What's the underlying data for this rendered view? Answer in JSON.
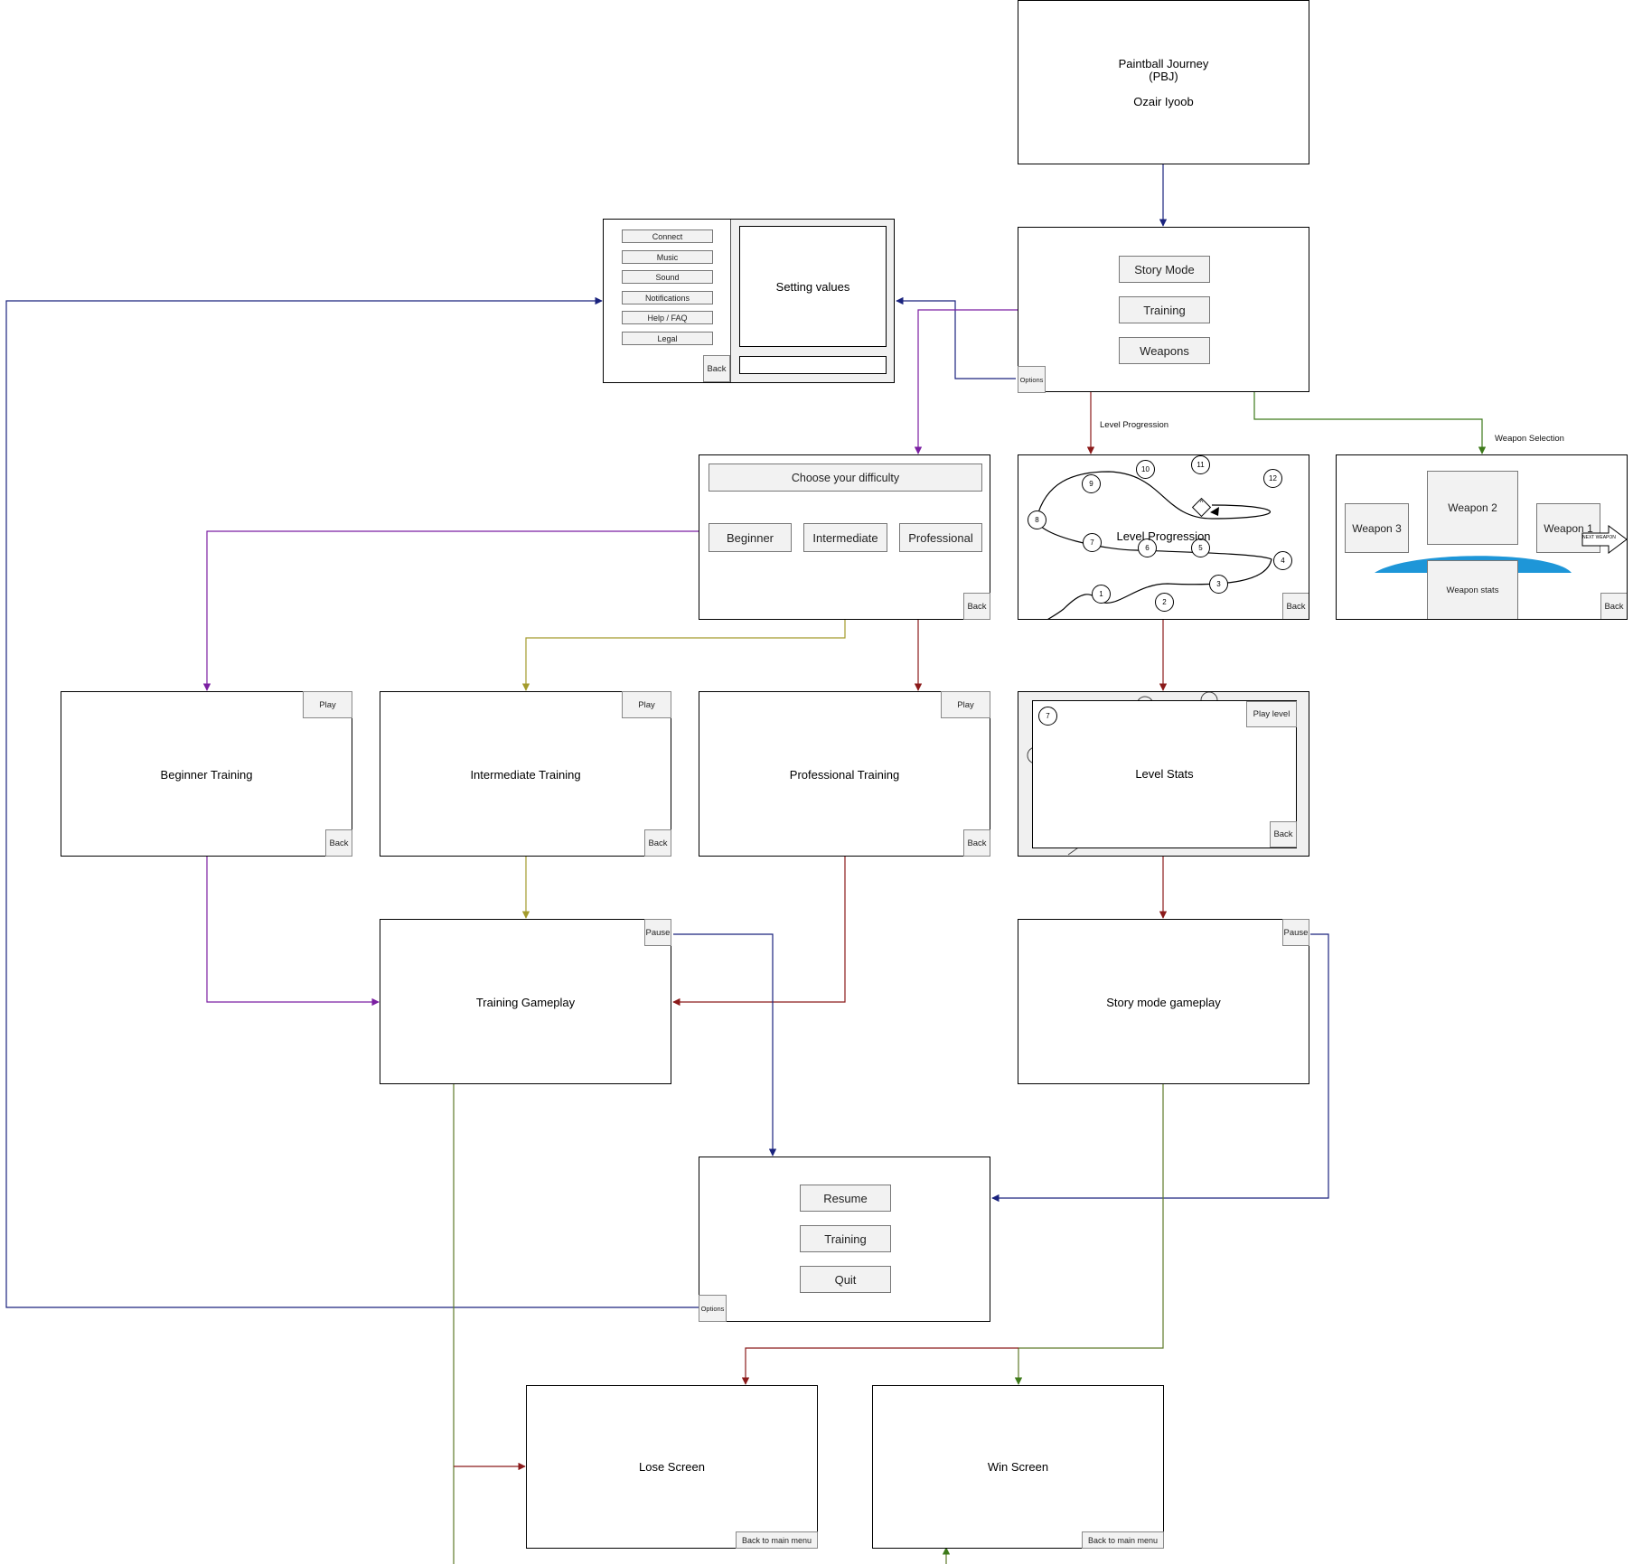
{
  "title_screen": {
    "line1": "Paintball Journey",
    "line2": "(PBJ)",
    "author": "Ozair Iyoob"
  },
  "main_menu": {
    "story": "Story Mode",
    "training": "Training",
    "weapons": "Weapons",
    "options": "Options"
  },
  "settings": {
    "items": [
      "Connect",
      "Music",
      "Sound",
      "Notifications",
      "Help / FAQ",
      "Legal"
    ],
    "values_label": "Setting values",
    "back": "Back"
  },
  "labels": {
    "level_progression": "Level Progression",
    "weapon_selection": "Weapon Selection"
  },
  "difficulty": {
    "title": "Choose your difficulty",
    "beginner": "Beginner",
    "intermediate": "Intermediate",
    "professional": "Professional",
    "back": "Back"
  },
  "level_map": {
    "title": "Level Progression",
    "nodes": [
      "1",
      "2",
      "3",
      "4",
      "5",
      "6",
      "7",
      "8",
      "9",
      "10",
      "11",
      "12"
    ],
    "boss": "^",
    "back": "Back"
  },
  "weapon_screen": {
    "weapon1": "Weapon 1",
    "weapon2": "Weapon 2",
    "weapon3": "Weapon 3",
    "stats": "Weapon stats",
    "next": "NEXT WEAPON",
    "back": "Back"
  },
  "beginner_training": {
    "title": "Beginner Training",
    "play": "Play",
    "back": "Back"
  },
  "intermediate_training": {
    "title": "Intermediate Training",
    "play": "Play",
    "back": "Back"
  },
  "professional_training": {
    "title": "Professional Training",
    "play": "Play",
    "back": "Back"
  },
  "level_stats": {
    "title": "Level Stats",
    "play": "Play level",
    "back": "Back",
    "node": "7"
  },
  "training_gameplay": {
    "title": "Training Gameplay",
    "pause": "Pause"
  },
  "story_gameplay": {
    "title": "Story mode gameplay",
    "pause": "Pause"
  },
  "pause_menu": {
    "resume": "Resume",
    "training": "Training",
    "quit": "Quit",
    "options": "Options"
  },
  "lose_screen": {
    "title": "Lose Screen",
    "back": "Back to main menu"
  },
  "win_screen": {
    "title": "Win Screen",
    "back": "Back to main menu"
  },
  "colors": {
    "navy": "#1a237e",
    "maroon": "#8b1a1a",
    "purple": "#7b1fa2",
    "olive": "#a39b2c",
    "green": "#3d7a1a",
    "darkgreen": "#5f7a2a",
    "blue_shape": "#1e96d8"
  }
}
